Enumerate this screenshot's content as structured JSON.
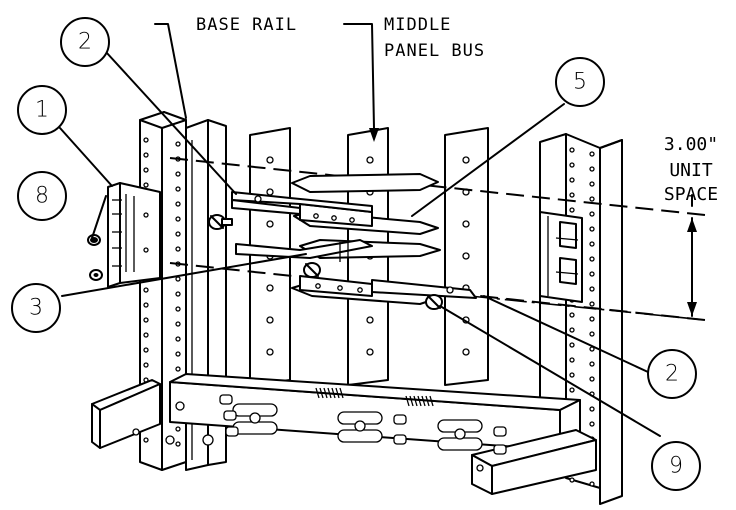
{
  "callouts": {
    "c1": "1",
    "c2a": "2",
    "c2b": "2",
    "c3": "3",
    "c5": "5",
    "c8": "8",
    "c9": "9"
  },
  "labels": {
    "base_rail": "BASE RAIL",
    "middle_line1": "MIDDLE",
    "middle_line2": "PANEL BUS"
  },
  "dimension": {
    "value": "3.00\"",
    "line2": "UNIT",
    "line3": "SPACE"
  }
}
